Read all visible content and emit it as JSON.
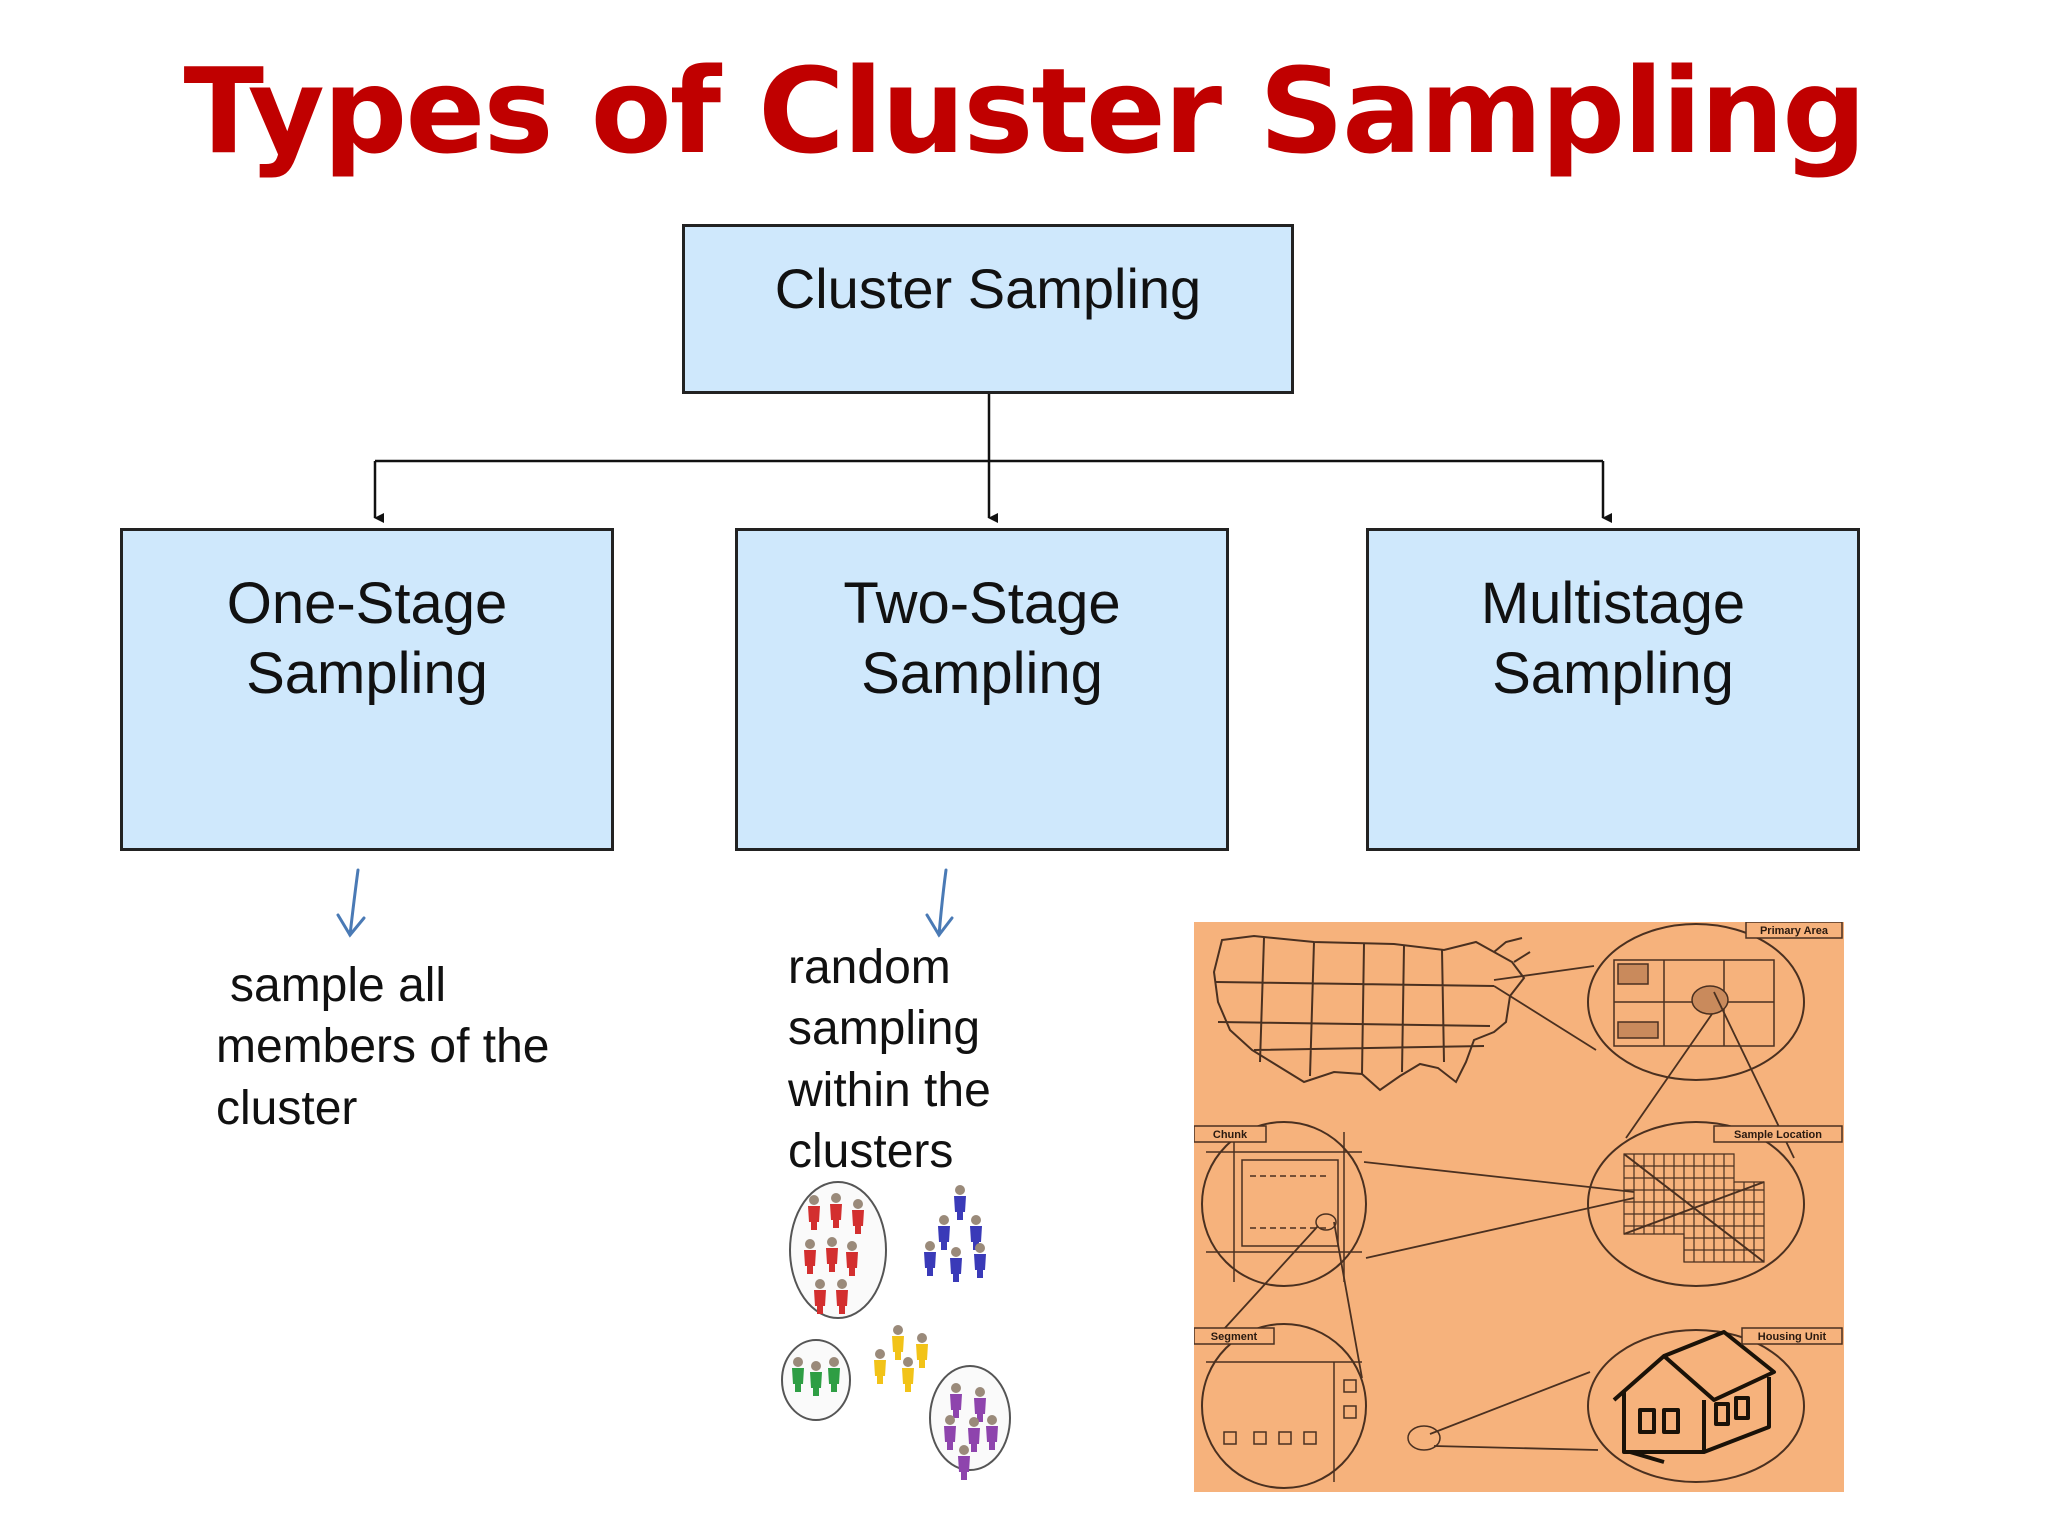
{
  "title": "Types of Cluster Sampling",
  "root": {
    "label": "Cluster Sampling"
  },
  "children": [
    {
      "line1": "One-Stage",
      "line2": "Sampling"
    },
    {
      "line1": "Two-Stage",
      "line2": "Sampling"
    },
    {
      "line1": "Multistage",
      "line2": "Sampling"
    }
  ],
  "descriptions": {
    "one_stage": [
      "sample all",
      "members of the",
      "cluster"
    ],
    "two_stage": [
      "random",
      "sampling",
      "within the",
      "clusters"
    ]
  },
  "multistage_illustration": {
    "labels": {
      "primary_area": "Primary Area",
      "sample_location": "Sample Location",
      "chunk": "Chunk",
      "segment": "Segment",
      "housing_unit": "Housing Unit"
    }
  },
  "colors": {
    "title": "#c00000",
    "box_fill": "#cfe8fc",
    "box_border": "#222222",
    "arrow_hand": "#4a7ab5",
    "map_background": "#f6b27c",
    "map_ink": "#4a3020"
  }
}
